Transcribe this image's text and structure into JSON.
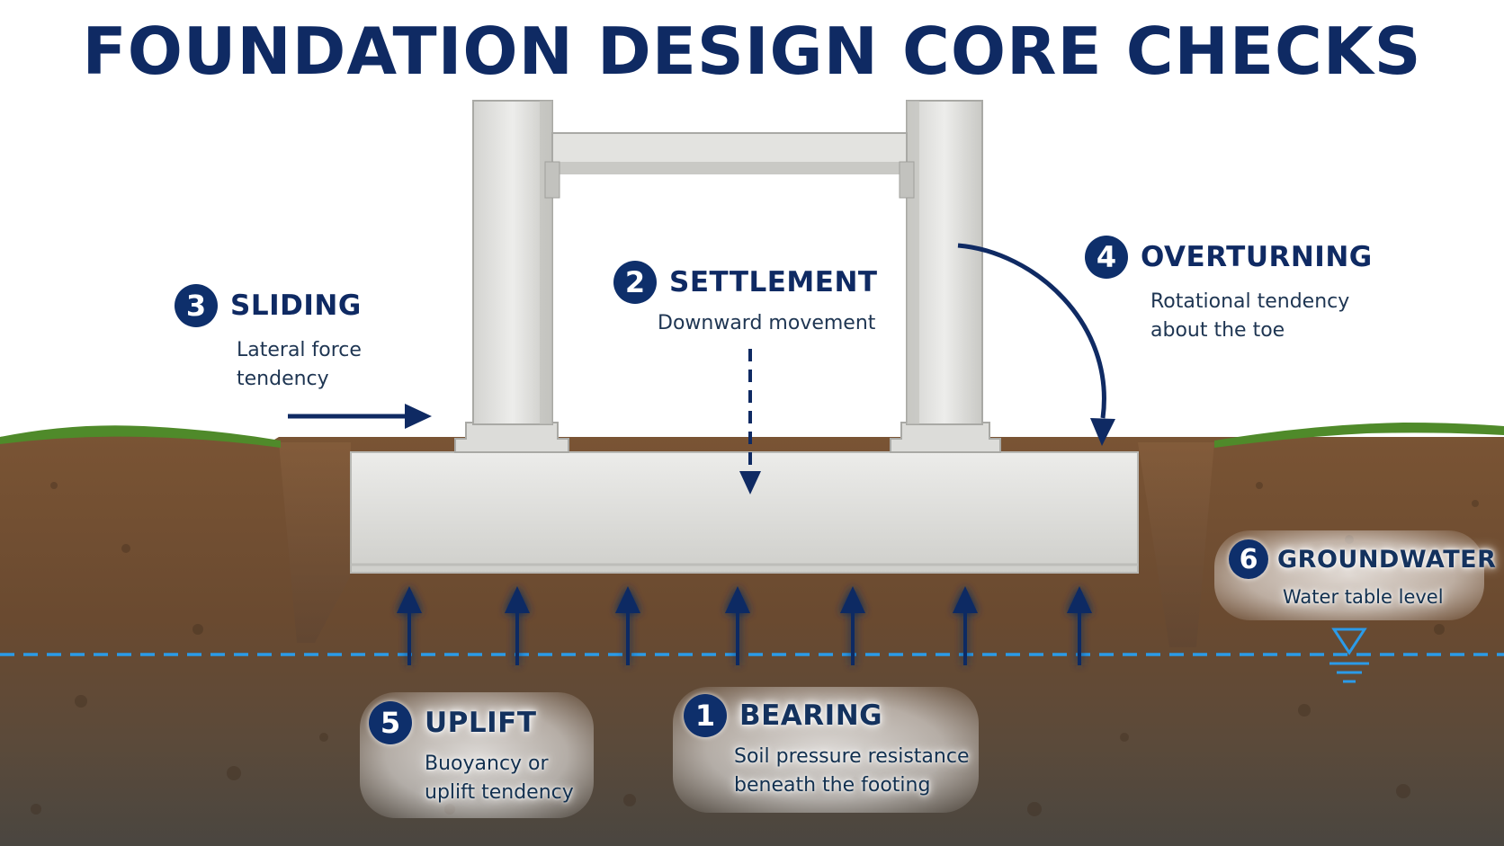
{
  "title": "FOUNDATION DESIGN CORE CHECKS",
  "checks": [
    {
      "number": "1",
      "name": "BEARING",
      "description": "Soil pressure resistance\nbeneath the footing"
    },
    {
      "number": "2",
      "name": "SETTLEMENT",
      "description": "Downward movement"
    },
    {
      "number": "3",
      "name": "SLIDING",
      "description": "Lateral force\ntendency"
    },
    {
      "number": "4",
      "name": "OVERTURNING",
      "description": "Rotational tendency\nabout the toe"
    },
    {
      "number": "5",
      "name": "UPLIFT",
      "description": "Buoyancy or\nuplift tendency"
    },
    {
      "number": "6",
      "name": "GROUNDWATER",
      "description": "Water table level"
    }
  ],
  "colors": {
    "navy": "#0f2a63",
    "water": "#2b9be8",
    "soil": "#6b4a2e",
    "concrete": "#d9d9d6",
    "grass": "#4f8a2a"
  },
  "icons": [
    "water-table-symbol-icon"
  ]
}
